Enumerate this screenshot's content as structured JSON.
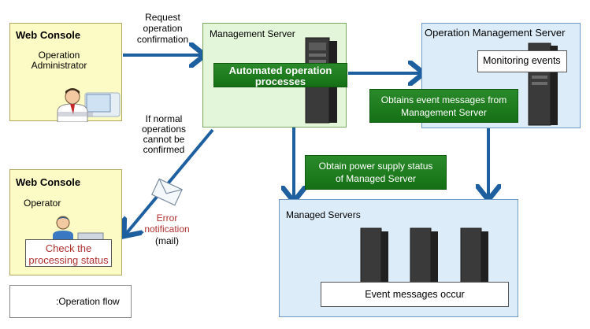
{
  "web_console_1": {
    "title": "Web Console",
    "role": "Operation\nAdministrator"
  },
  "web_console_2": {
    "title": "Web Console",
    "role": "Operator",
    "status": "Check the\nprocessing status"
  },
  "management_server": {
    "title": "Management Server",
    "process": "Automated operation\nprocesses"
  },
  "operation_management_server": {
    "title": "Operation Management Server",
    "monitoring": "Monitoring events"
  },
  "managed_servers": {
    "title": "Managed Servers",
    "event": "Event messages occur"
  },
  "labels": {
    "request": "Request\noperation\nconfirmation",
    "if_normal": "If normal\noperations\ncannot be\nconfirmed",
    "error": "Error\nnotification",
    "mail": "(mail)",
    "obtains_events": "Obtains event messages from\nManagement Server",
    "obtain_power": "Obtain power supply status\nof Managed Server"
  },
  "legend": {
    "label": ":Operation flow"
  },
  "colors": {
    "arrow": "#1e5fa0",
    "error_text": "#b03030",
    "green_box": "#1f7f1f"
  }
}
